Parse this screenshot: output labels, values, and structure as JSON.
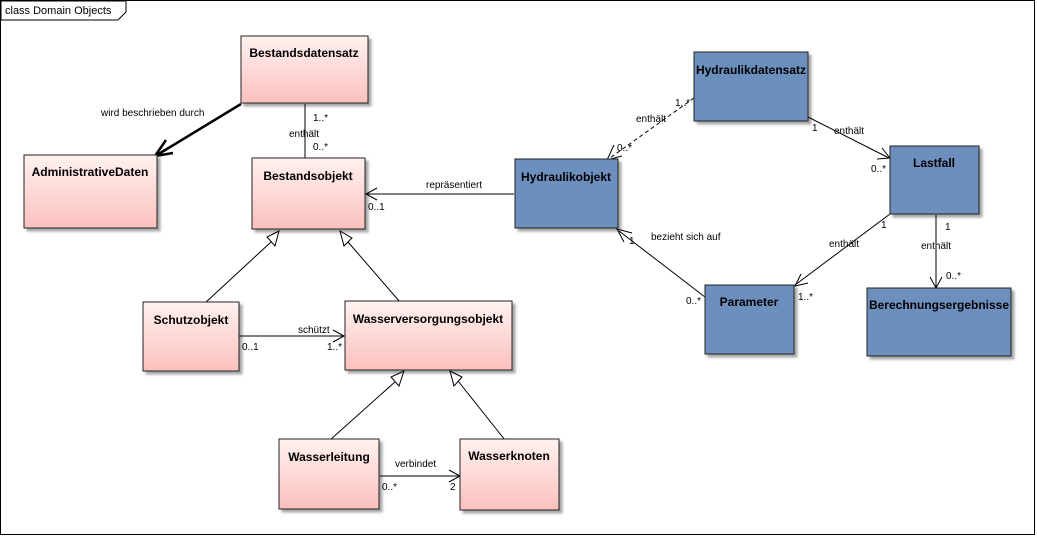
{
  "diagram": {
    "title": "class Domain Objects",
    "classes": {
      "bestandsdatensatz": "Bestandsdatensatz",
      "administrative_daten": "AdministrativeDaten",
      "bestandsobjekt": "Bestandsobjekt",
      "schutzobjekt": "Schutzobjekt",
      "wasserversorgungsobjekt": "Wasserversorgungsobjekt",
      "wasserleitung": "Wasserleitung",
      "wasserknoten": "Wasserknoten",
      "hydraulikdatensatz": "Hydraulikdatensatz",
      "hydraulikobjekt": "Hydraulikobjekt",
      "lastfall": "Lastfall",
      "parameter": "Parameter",
      "berechnungsergebnisse": "Berechnungsergebnisse"
    },
    "edge_labels": {
      "wird_beschrieben_durch": "wird beschrieben durch",
      "enthaelt_bestand": "enthält",
      "repraesentiert": "repräsentiert",
      "schuetzt": "schützt",
      "verbindet": "verbindet",
      "enthaelt_hydro_obj": "enthält",
      "enthaelt_lastfall": "enthält",
      "bezieht_sich_auf": "bezieht sich auf",
      "enthaelt_parameter": "enthält",
      "enthaelt_ergebnisse": "enthält"
    },
    "multiplicities": {
      "bds_source": "1..*",
      "bds_target": "0..*",
      "repr_target": "0..1",
      "schuetzt_source": "0..1",
      "schuetzt_target": "1..*",
      "verbindet_source": "0..*",
      "verbindet_target": "2",
      "hds_source": "1..*",
      "hds_target": "0..*",
      "hds_lastfall_source": "1",
      "hds_lastfall_target": "0..*",
      "bezieht_target": "1",
      "bezieht_source": "0..*",
      "lastfall_param_source": "1",
      "lastfall_param_target": "1..*",
      "lastfall_erg_source": "1",
      "lastfall_erg_target": "0..*"
    },
    "colors": {
      "pink_top": "#fff0ef",
      "pink_bottom": "#fbc3c0",
      "blue_fill": "#6d8fbe",
      "border": "#222222"
    }
  }
}
